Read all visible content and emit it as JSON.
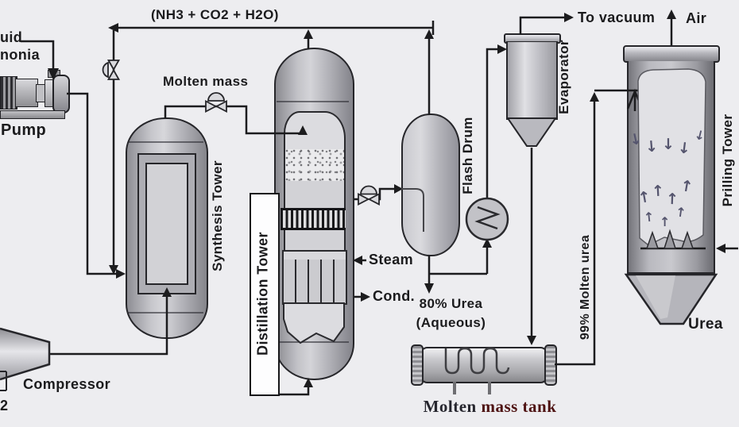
{
  "labels": {
    "recycle_header": "(NH3 + CO2 + H2O)",
    "ammonia_fragment_top": "uid",
    "ammonia_fragment_bottom": "nonia",
    "pump": "Pump",
    "co2_fragment": "2",
    "compressor": "Compressor",
    "synthesis_tower": "Synthesis Tower",
    "molten_mass": "Molten mass",
    "distillation_tower": "Distillation Tower",
    "steam": "Steam",
    "condensate": "Cond.",
    "flash_drum": "Flash Drum",
    "urea_80": "80% Urea",
    "urea_80_aqueous": "(Aqueous)",
    "to_vacuum": "To vacuum",
    "evaporator": "Evaporator",
    "air": "Air",
    "prilling_tower": "Prilling Tower",
    "molten_urea_99": "99% Molten urea",
    "urea_product": "Urea",
    "molten_mass_tank_word1": "Molten",
    "molten_mass_tank_rest": " mass tank"
  },
  "icons": {
    "falling_arrow": "↓",
    "rising_arrow": "↑"
  },
  "colors": {
    "background": "#ededf0",
    "pipe_line": "#1c1c1e",
    "label_text": "#1b1b1d",
    "tank_label_word1": "#26262e",
    "tank_label_rest": "#4e1212",
    "prill_arrow": "#55556e",
    "vessel_light": "#d6d6da",
    "vessel_dark": "#8a8a90"
  }
}
